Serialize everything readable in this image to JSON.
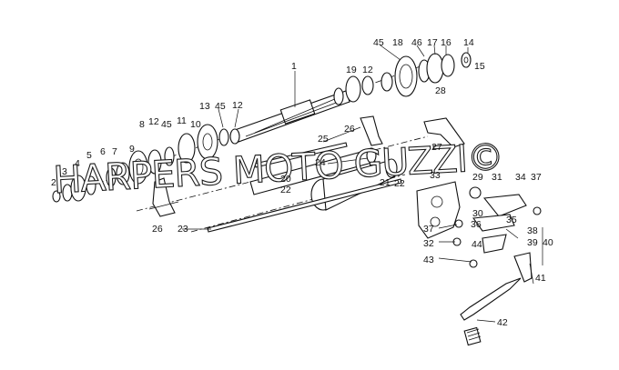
{
  "watermark": "HARPERS MOTO GUZZI©",
  "callouts": [
    {
      "id": "c1",
      "text": "1"
    },
    {
      "id": "c2",
      "text": "2"
    },
    {
      "id": "c3",
      "text": "3"
    },
    {
      "id": "c4",
      "text": "4"
    },
    {
      "id": "c5",
      "text": "5"
    },
    {
      "id": "c6",
      "text": "6"
    },
    {
      "id": "c7",
      "text": "7"
    },
    {
      "id": "c8",
      "text": "8"
    },
    {
      "id": "c9",
      "text": "9"
    },
    {
      "id": "c10",
      "text": "10"
    },
    {
      "id": "c11",
      "text": "11"
    },
    {
      "id": "c12a",
      "text": "12"
    },
    {
      "id": "c12b",
      "text": "12"
    },
    {
      "id": "c12c",
      "text": "12"
    },
    {
      "id": "c13",
      "text": "13"
    },
    {
      "id": "c14",
      "text": "14"
    },
    {
      "id": "c15",
      "text": "15"
    },
    {
      "id": "c16",
      "text": "16"
    },
    {
      "id": "c17",
      "text": "17"
    },
    {
      "id": "c18",
      "text": "18"
    },
    {
      "id": "c19",
      "text": "19"
    },
    {
      "id": "c20",
      "text": "20"
    },
    {
      "id": "c21",
      "text": "21"
    },
    {
      "id": "c22a",
      "text": "22"
    },
    {
      "id": "c22b",
      "text": "22"
    },
    {
      "id": "c23",
      "text": "23"
    },
    {
      "id": "c24",
      "text": "24"
    },
    {
      "id": "c25",
      "text": "25"
    },
    {
      "id": "c26a",
      "text": "26"
    },
    {
      "id": "c26b",
      "text": "26"
    },
    {
      "id": "c27",
      "text": "27"
    },
    {
      "id": "c28",
      "text": "28"
    },
    {
      "id": "c29",
      "text": "29"
    },
    {
      "id": "c30",
      "text": "30"
    },
    {
      "id": "c31",
      "text": "31"
    },
    {
      "id": "c32",
      "text": "32"
    },
    {
      "id": "c33",
      "text": "33"
    },
    {
      "id": "c34",
      "text": "34"
    },
    {
      "id": "c35",
      "text": "35"
    },
    {
      "id": "c36",
      "text": "36"
    },
    {
      "id": "c37a",
      "text": "37"
    },
    {
      "id": "c37b",
      "text": "37"
    },
    {
      "id": "c38",
      "text": "38"
    },
    {
      "id": "c39",
      "text": "39"
    },
    {
      "id": "c40",
      "text": "40"
    },
    {
      "id": "c41",
      "text": "41"
    },
    {
      "id": "c42",
      "text": "42"
    },
    {
      "id": "c43",
      "text": "43"
    },
    {
      "id": "c44",
      "text": "44"
    },
    {
      "id": "c45a",
      "text": "45"
    },
    {
      "id": "c45b",
      "text": "45"
    },
    {
      "id": "c45c",
      "text": "45"
    },
    {
      "id": "c46",
      "text": "46"
    }
  ]
}
